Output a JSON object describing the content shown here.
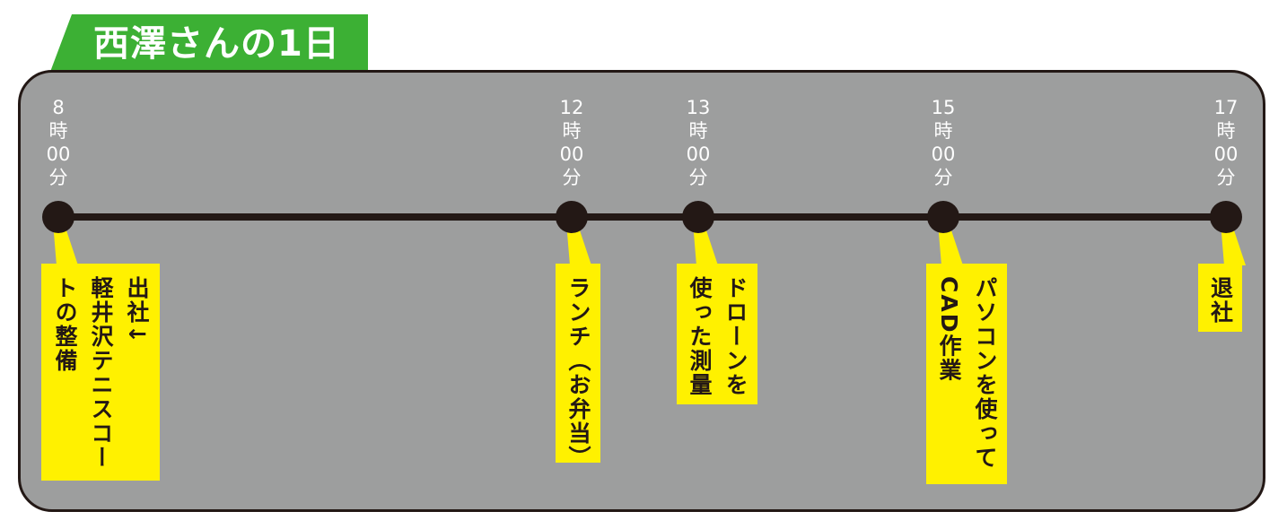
{
  "title": "西澤さんの1日",
  "colors": {
    "title_bg": "#3cb034",
    "panel_bg": "#9d9e9e",
    "line": "#231815",
    "callout_bg": "#fff100"
  },
  "events": [
    {
      "time": {
        "hour": "8",
        "hour_unit": "時",
        "minute": "00",
        "minute_unit": "分"
      },
      "lines": [
        "出社↓",
        "軽井沢テニスコー",
        "トの整備"
      ]
    },
    {
      "time": {
        "hour": "12",
        "hour_unit": "時",
        "minute": "00",
        "minute_unit": "分"
      },
      "lines": [
        "ランチ（お弁当）"
      ]
    },
    {
      "time": {
        "hour": "13",
        "hour_unit": "時",
        "minute": "00",
        "minute_unit": "分"
      },
      "lines": [
        "ドローンを",
        "使った測量"
      ]
    },
    {
      "time": {
        "hour": "15",
        "hour_unit": "時",
        "minute": "00",
        "minute_unit": "分"
      },
      "lines": [
        "パソコンを使って",
        "CAD作業"
      ]
    },
    {
      "time": {
        "hour": "17",
        "hour_unit": "時",
        "minute": "00",
        "minute_unit": "分"
      },
      "lines": [
        "退社"
      ]
    }
  ]
}
